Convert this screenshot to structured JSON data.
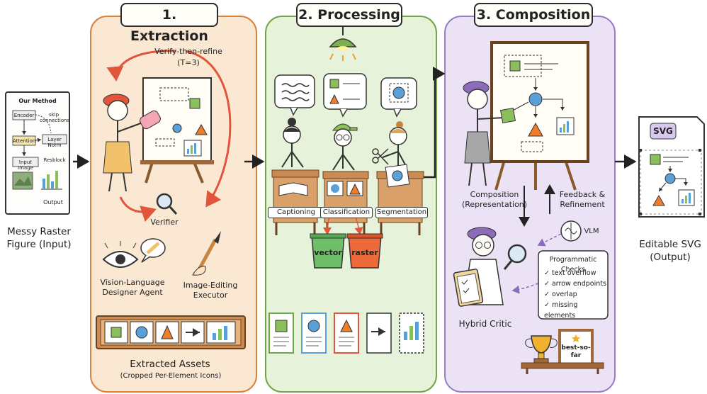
{
  "input": {
    "doc_title": "Our Method",
    "boxes": [
      "Encoder",
      "Attention",
      "Input Image",
      "Layer Norm",
      "Resblock"
    ],
    "skip_label": "skip connections",
    "output_label": "Output",
    "caption": "Messy Raster Figure (Input)"
  },
  "extraction": {
    "title": "1. Extraction",
    "loop_label": "Verify-then-refine",
    "loop_param": "(T=3)",
    "verifier": "Verifier",
    "agent1": "Vision-Language Designer Agent",
    "agent2": "Image-Editing Executor",
    "assets_title": "Extracted Assets",
    "assets_sub": "(Cropped Per-Element Icons)"
  },
  "processing": {
    "title": "2. Processing",
    "tasks": [
      "Captioning",
      "Classification",
      "Segmentation"
    ],
    "bins": [
      "vector",
      "raster"
    ]
  },
  "composition": {
    "title": "3. Composition",
    "composition_label": "Composition (Representation)",
    "feedback_label": "Feedback & Refinement",
    "vlm": "VLM",
    "checks_title": "Programmatic Checks",
    "checks": [
      "text overflow",
      "arrow endpoints",
      "overlap",
      "missing elements"
    ],
    "critic": "Hybrid Critic",
    "best_label": "best-so-far"
  },
  "output": {
    "badge": "SVG",
    "caption": "Editable SVG (Output)"
  },
  "colors": {
    "orange_panel": "#fbe8d3",
    "green_panel": "#e6f2d9",
    "purple_panel": "#ebe3f5",
    "accent_green": "#8bbf5c",
    "accent_blue": "#5aa0d8",
    "accent_orange": "#ef7d2a",
    "beret_red": "#e2553a",
    "beret_purple": "#8c6bb8"
  }
}
